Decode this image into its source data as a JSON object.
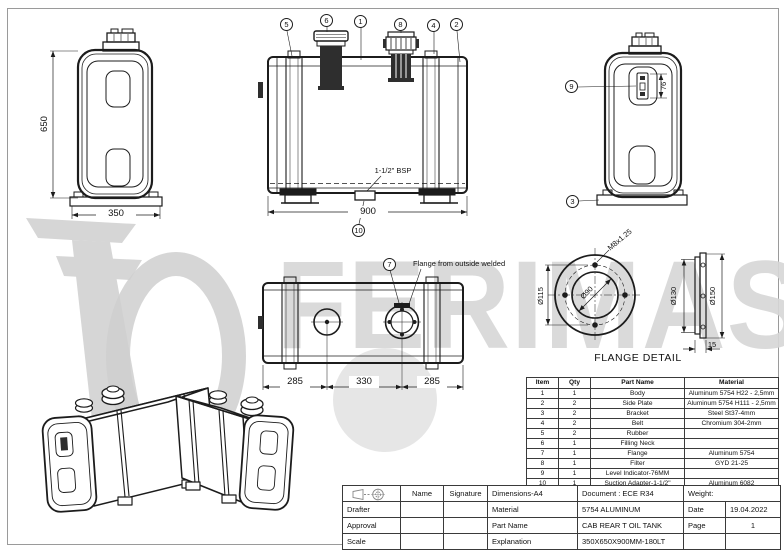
{
  "watermark": {
    "text": "FERIMAS"
  },
  "views": {
    "side_left": {
      "height": "650",
      "width": "350"
    },
    "front": {
      "balloon_rubber": "5",
      "balloon_filling_neck": "6",
      "balloon_body": "1",
      "balloon_filter": "8",
      "balloon_belt": "4",
      "balloon_side_plate": "2",
      "balloon_suction": "10",
      "bsp_note": "1-1/2\" BSP",
      "length": "900"
    },
    "side_right": {
      "balloon_level_indicator": "9",
      "balloon_bracket": "3",
      "indicator_height": "76"
    },
    "rear": {
      "balloon_flange": "7",
      "weld_note": "Flange from outside welded",
      "dim_left": "285",
      "dim_mid": "330",
      "dim_right": "285"
    },
    "flange_detail": {
      "title": "FLANGE DETAIL",
      "thread": "M8x1.25",
      "bore": "Ø90",
      "bolt_circle": "Ø115",
      "outer_1": "Ø130",
      "outer_2": "Ø150",
      "thickness": "15"
    }
  },
  "parts_table": {
    "headers": [
      "Item",
      "Qty",
      "Part Name",
      "Material"
    ],
    "rows": [
      [
        "1",
        "1",
        "Body",
        "Aluminum 5754 H22 - 2,5mm"
      ],
      [
        "2",
        "2",
        "Side Plate",
        "Aluminum 5754 H111 - 2,5mm"
      ],
      [
        "3",
        "2",
        "Bracket",
        "Steel St37-4mm"
      ],
      [
        "4",
        "2",
        "Belt",
        "Chromium 304-2mm"
      ],
      [
        "5",
        "2",
        "Rubber",
        ""
      ],
      [
        "6",
        "1",
        "Filling Neck",
        ""
      ],
      [
        "7",
        "1",
        "Flange",
        "Aluminum 5754"
      ],
      [
        "8",
        "1",
        "Filter",
        "GYD 21-25"
      ],
      [
        "9",
        "1",
        "Level Indicator-76MM",
        ""
      ],
      [
        "10",
        "1",
        "Suction Adapter-1-1/2\"",
        "Aluminum 6082"
      ]
    ]
  },
  "title_block": {
    "name_label": "Name",
    "signature_label": "Signature",
    "dimensions_label": "Dimensions-A4",
    "document_value": "Document : ECE R34",
    "weight_label": "Weight:",
    "drafter_label": "Drafter",
    "material_label": "Material",
    "material_value": "5754 ALUMINUM",
    "date_label": "Date",
    "date_value": "19.04.2022",
    "approval_label": "Approval",
    "part_name_label": "Part Name",
    "part_name_value": "CAB REAR T OIL TANK",
    "page_label": "Page",
    "page_value": "1",
    "scale_label": "Scale",
    "explanation_label": "Explanation",
    "explanation_value": "350X650X900MM-180LT"
  }
}
